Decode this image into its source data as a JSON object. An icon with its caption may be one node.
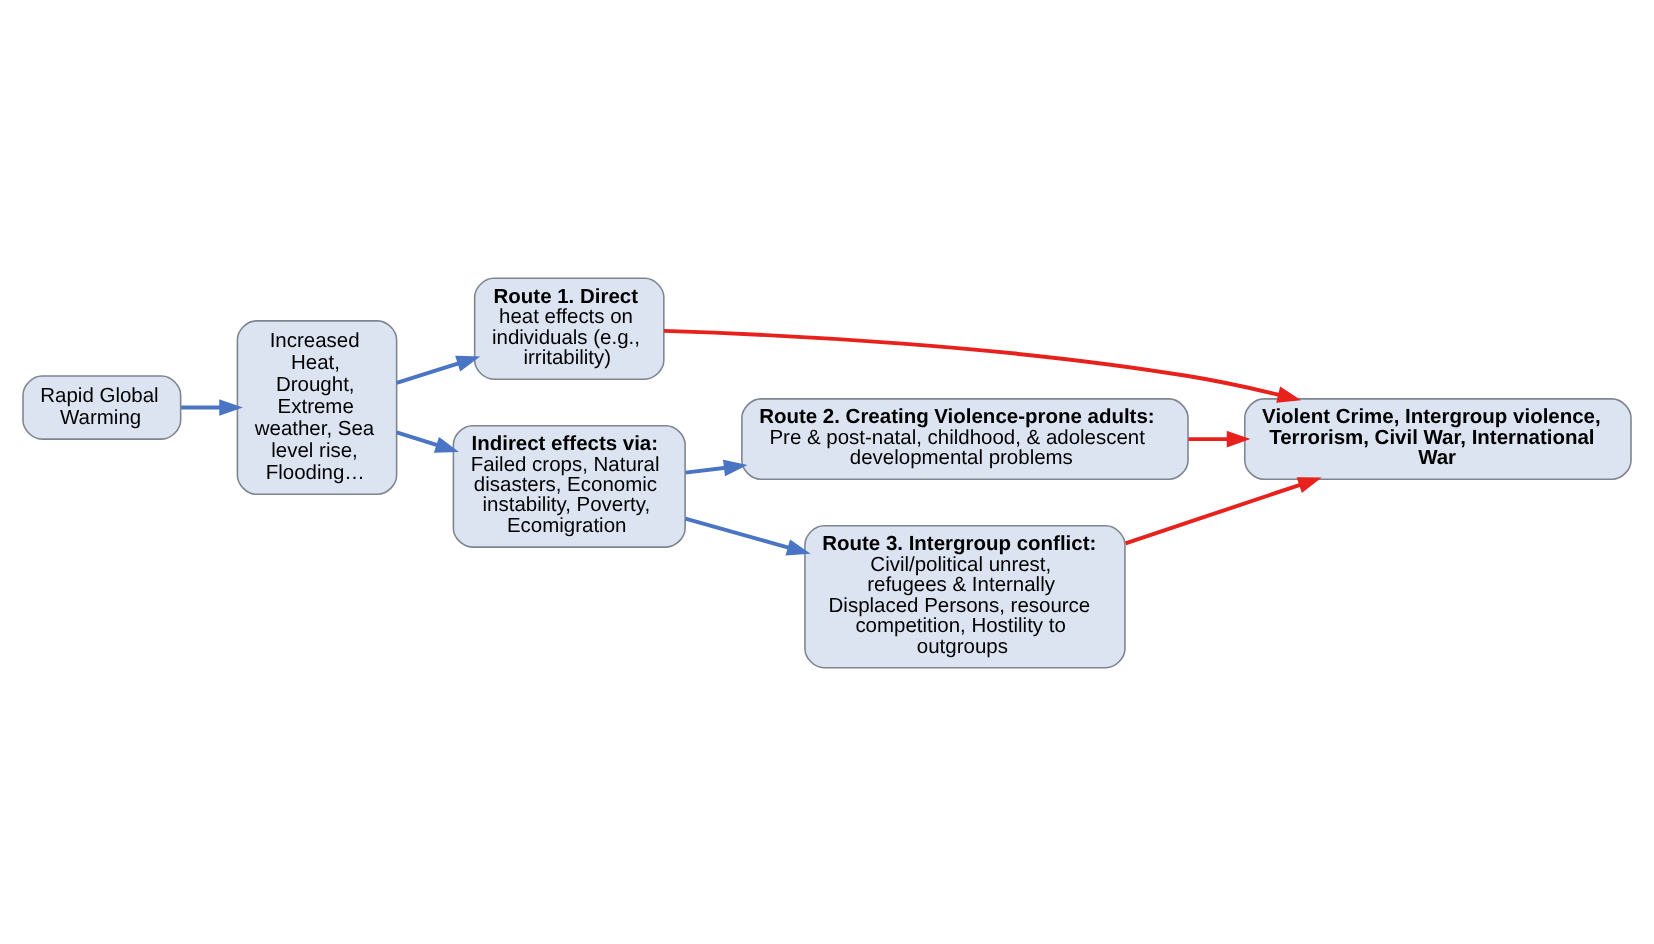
{
  "diagram": {
    "nodes": [
      {
        "text": [
          "Rapid Global Warming"
        ]
      },
      {
        "text": [
          "Increased Heat, Drought, Extreme weather, Sea level rise, Flooding…"
        ]
      },
      {
        "text": [
          "**Route 1. Direct** heat effects on individuals (e.g., irritability)"
        ]
      },
      {
        "text": [
          "Violent Crime, Intergroup violence, Terrorism, Civil War, International War"
        ]
      },
      {
        "text": [
          "Route 2. Creating Violence-prone adults:",
          "Pre & post-natal, childhood, & adolescent developmental problems"
        ]
      },
      {
        "text": [
          "Indirect effects via:",
          "Failed crops, Natural disasters, Economic instability, Poverty, Ecomigration"
        ]
      },
      {
        "text": [
          "Route 3. Intergroup conflict:",
          "Civil/political unrest, refugees & Internally Displaced Persons, resource competition, Hostility to outgroups"
        ]
      }
    ],
    "edges": [
      {
        "from": 0,
        "to": 1,
        "arrow": "to"
      },
      {
        "from": 1,
        "to": 2,
        "arrow": "to"
      },
      {
        "from": 1,
        "to": 5,
        "arrow": "to"
      },
      {
        "from": 5,
        "to": 4,
        "arrow": "to"
      },
      {
        "from": 5,
        "to": 6,
        "arrow": "to"
      },
      {
        "from": 2,
        "to": 3,
        "arrow": "to",
        "color": "#e8211d"
      },
      {
        "from": 4,
        "to": 3,
        "arrow": "to",
        "color": "#e8211d"
      },
      {
        "from": 6,
        "to": 3,
        "arrow": "to",
        "color": "#e8211d"
      }
    ]
  }
}
